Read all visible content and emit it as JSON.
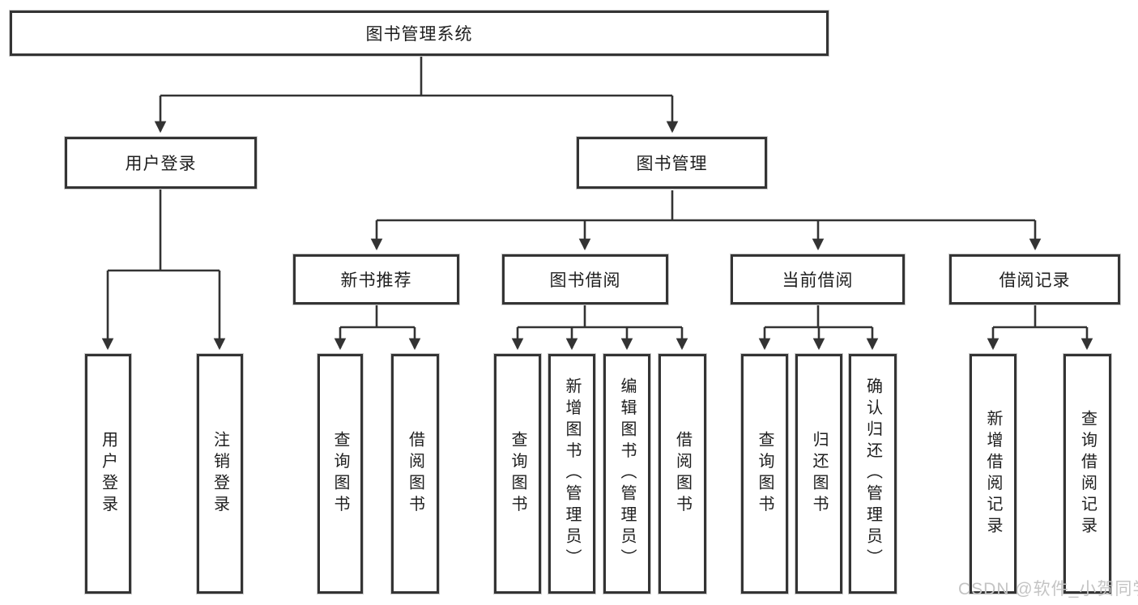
{
  "tree": {
    "root": "图书管理系统",
    "branches": [
      {
        "label": "用户登录",
        "children": [
          "用户登录",
          "注销登录"
        ]
      },
      {
        "label": "图书管理",
        "groups": [
          {
            "label": "新书推荐",
            "children": [
              "查询图书",
              "借阅图书"
            ]
          },
          {
            "label": "图书借阅",
            "children": [
              "查询图书",
              "新增图书（管理员）",
              "编辑图书（管理员）",
              "借阅图书"
            ]
          },
          {
            "label": "当前借阅",
            "children": [
              "查询图书",
              "归还图书",
              "确认归还（管理员）"
            ]
          },
          {
            "label": "借阅记录",
            "children": [
              "新增借阅记录",
              "查询借阅记录"
            ]
          }
        ]
      }
    ]
  },
  "colors": {
    "line": "#333333",
    "box_border": "#343434",
    "box_fill": "#ffffff",
    "text": "#1e1e1e",
    "watermark": "#c4c4c4"
  },
  "watermark": {
    "text": "CSDN @软件_小贺同学"
  }
}
